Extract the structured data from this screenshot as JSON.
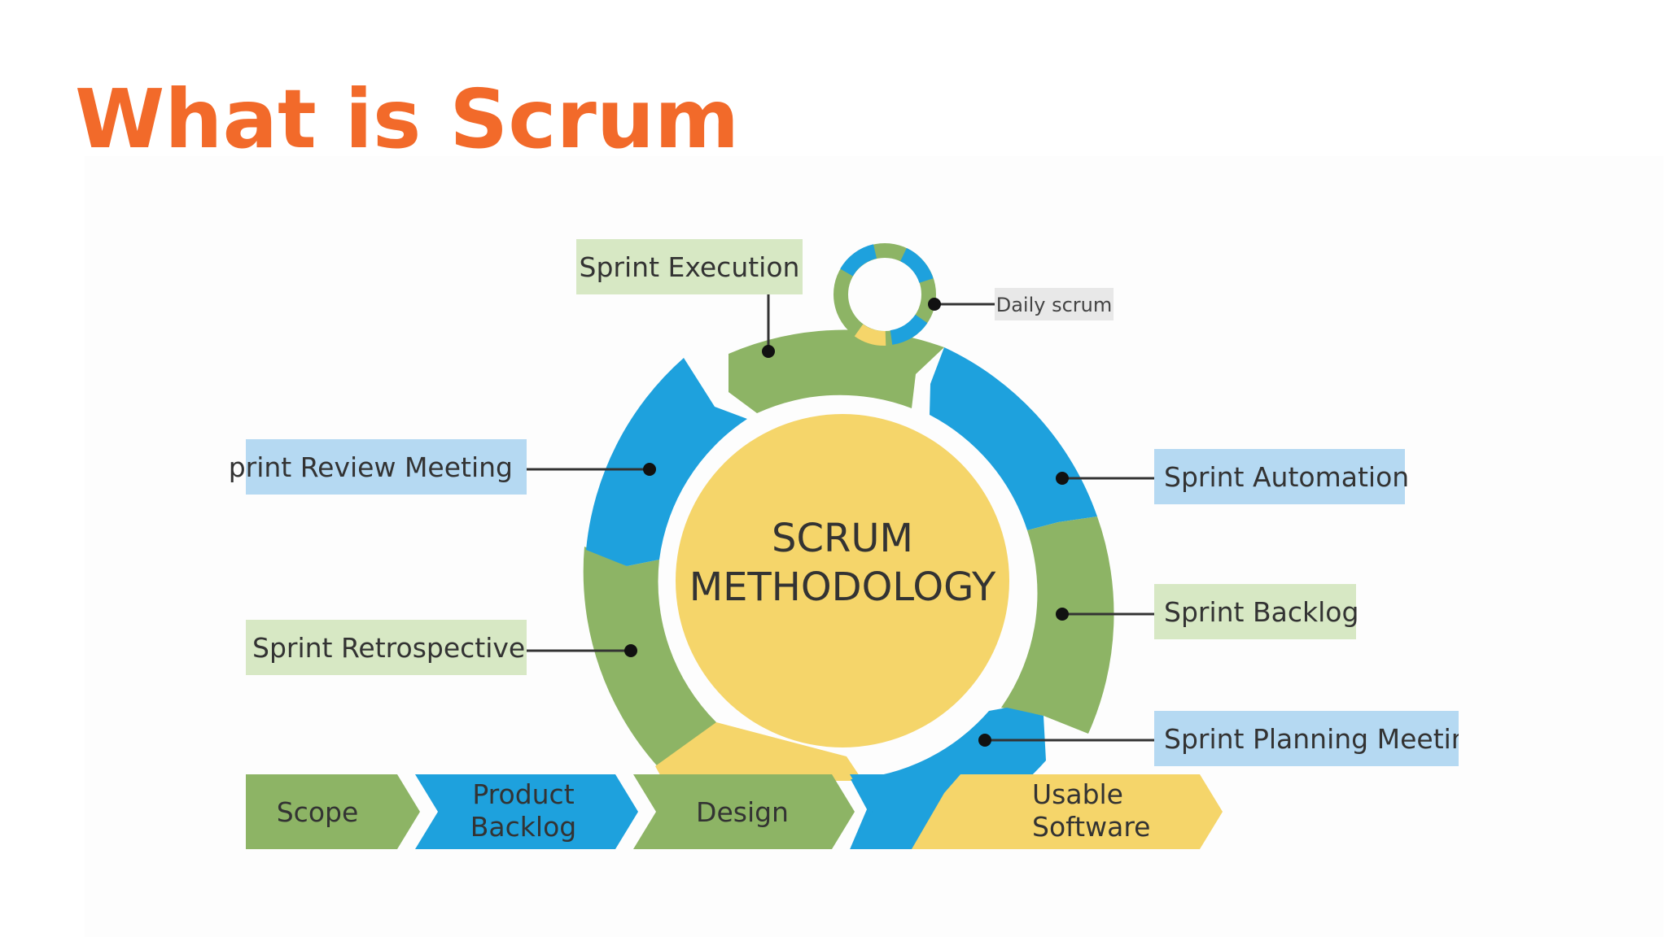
{
  "slide": {
    "title": "What is Scrum"
  },
  "diagram": {
    "center_label_line1": "SCRUM",
    "center_label_line2": "METHODOLOGY",
    "stages": {
      "sprint_execution": "Sprint Execution",
      "daily_scrum": "Daily scrum",
      "sprint_review_meeting": "print Review Meeting",
      "sprint_automation": "Sprint Automation",
      "sprint_retrospective": "Sprint Retrospective",
      "sprint_backlog": "Sprint Backlog",
      "sprint_planning_meeting": "Sprint Planning Meeting"
    },
    "flow": {
      "scope": "Scope",
      "product_backlog_line1": "Product",
      "product_backlog_line2": "Backlog",
      "design": "Design",
      "usable_software_line1": "Usable",
      "usable_software_line2": "Software"
    },
    "colors": {
      "title": "#f26a2a",
      "green": "#8db465",
      "blue": "#1ea1dd",
      "yellow": "#f5d56a",
      "label_green_bg": "#d7e8c4",
      "label_blue_bg": "#b5d9f2",
      "label_gray_bg": "#e8e8e8",
      "text_dark": "#333333"
    }
  }
}
